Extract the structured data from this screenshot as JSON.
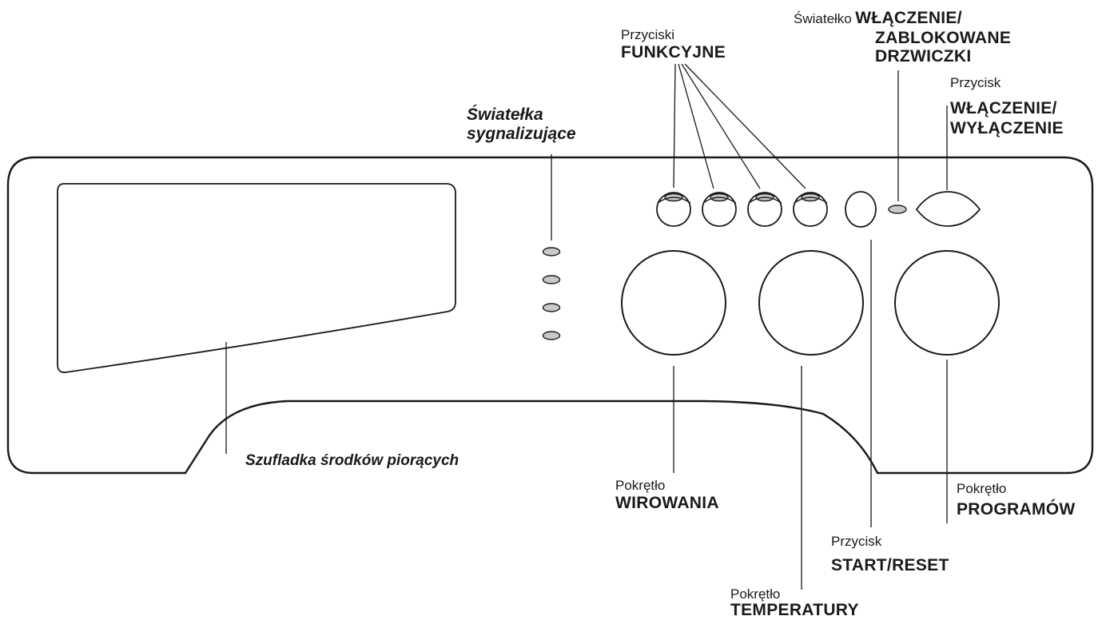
{
  "labels": {
    "functional_buttons": {
      "small": "Przyciski",
      "big": "FUNKCYJNE"
    },
    "door_lock_light": {
      "small": "Światełko",
      "big_line1": "WŁĄCZENIE/",
      "big_line2": "ZABLOKOWANE",
      "big_line3": "DRZWICZKI"
    },
    "power_button": {
      "small": "Przycisk",
      "big_line1": "WŁĄCZENIE/",
      "big_line2": "WYŁĄCZENIE"
    },
    "indicator_lights": {
      "line1": "Światełka",
      "line2": "sygnalizujące"
    },
    "detergent_drawer": "Szufladka środków piorących",
    "spin_knob": {
      "small": "Pokrętło",
      "big": "WIROWANIA"
    },
    "temperature_knob": {
      "small": "Pokrętło",
      "big": "TEMPERATURY"
    },
    "start_reset_button": {
      "small": "Przycisk",
      "big": "START/RESET"
    },
    "program_knob": {
      "small": "Pokrętło",
      "big": "PROGRAMÓW"
    }
  }
}
